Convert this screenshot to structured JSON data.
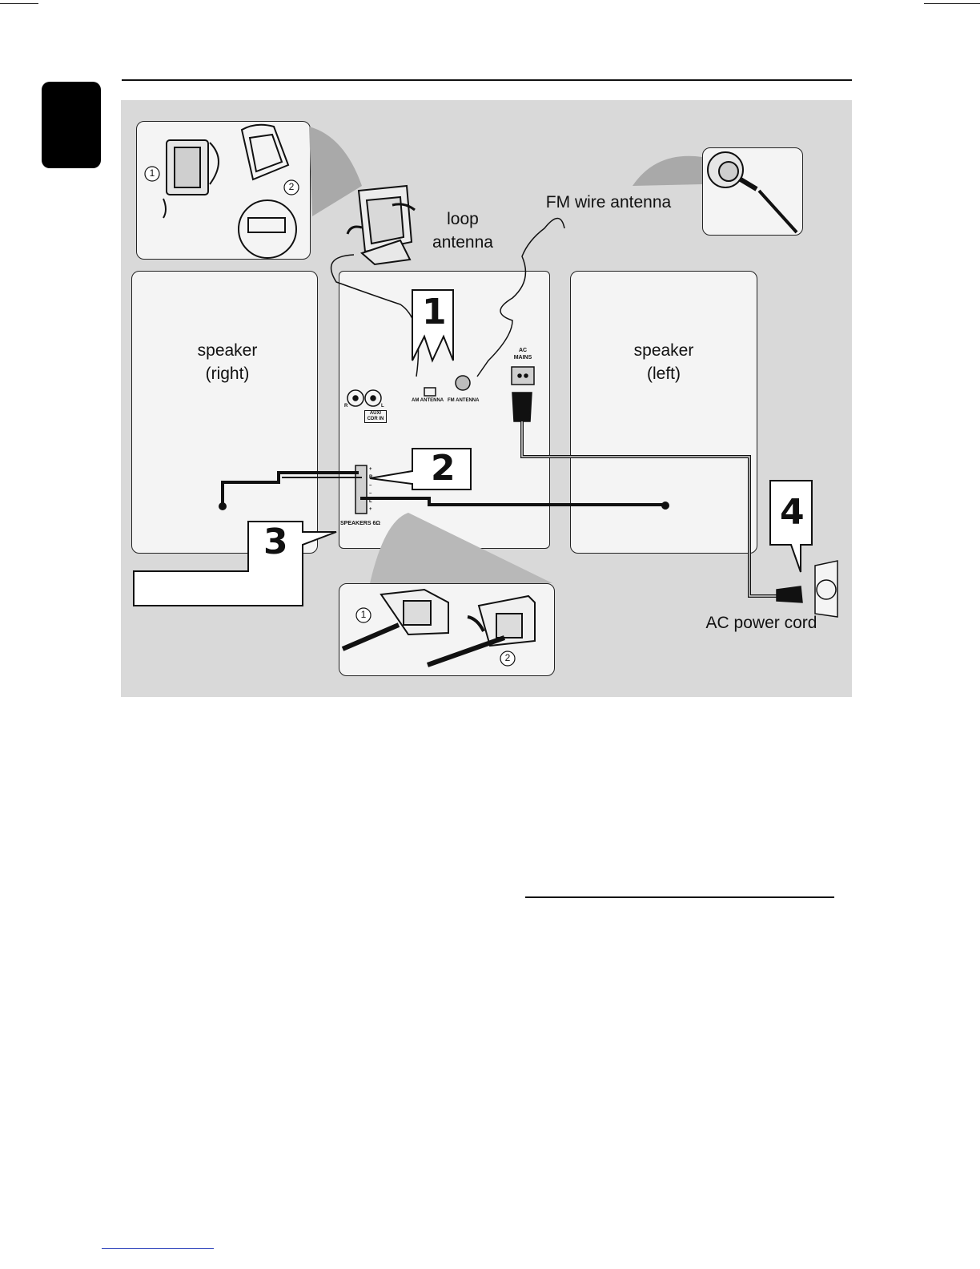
{
  "labels": {
    "loop_antenna": [
      "loop",
      "antenna"
    ],
    "fm_wire_antenna": "FM wire antenna",
    "speaker_right": [
      "speaker",
      "(right)"
    ],
    "speaker_left": [
      "speaker",
      "(left)"
    ],
    "ac_power_cord": "AC power cord"
  },
  "back_panel": {
    "am_antenna": "AM ANTENNA",
    "fm_antenna": "FM ANTENNA",
    "ac_mains": [
      "AC",
      "MAINS"
    ],
    "aux_cdr_in": [
      "AUX/",
      "CDR IN"
    ],
    "aux_r": "R",
    "aux_l": "L",
    "speaker_terminals": [
      "+",
      "R",
      "–",
      "–",
      "L",
      "+"
    ],
    "speakers_rating": "SPEAKERS 6Ω"
  },
  "callouts": [
    "1",
    "2",
    "3",
    "4"
  ],
  "steps": {
    "antenna_step_1": "1",
    "antenna_step_2": "2",
    "terminal_step_1": "1",
    "terminal_step_2": "2"
  }
}
